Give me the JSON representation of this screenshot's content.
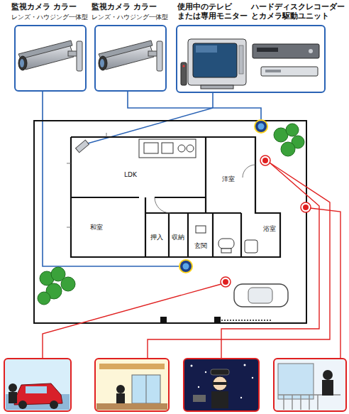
{
  "diagram": {
    "nodes": [
      {
        "text": [
          "監視カメラ カラー",
          "レンズ・ハウジング一体型"
        ]
      },
      {
        "text": [
          "監視カメラ カラー",
          "レンズ・ハウジング一体型"
        ]
      },
      {
        "text": [
          "使用中のテレビ または専用モニター",
          "ハードディスクレコーダー とカメラ駆動ユニット"
        ]
      }
    ],
    "labels": [
      "LDK",
      "洋室",
      "和室",
      "押入",
      "収納",
      "玄関",
      "浴室"
    ]
  }
}
